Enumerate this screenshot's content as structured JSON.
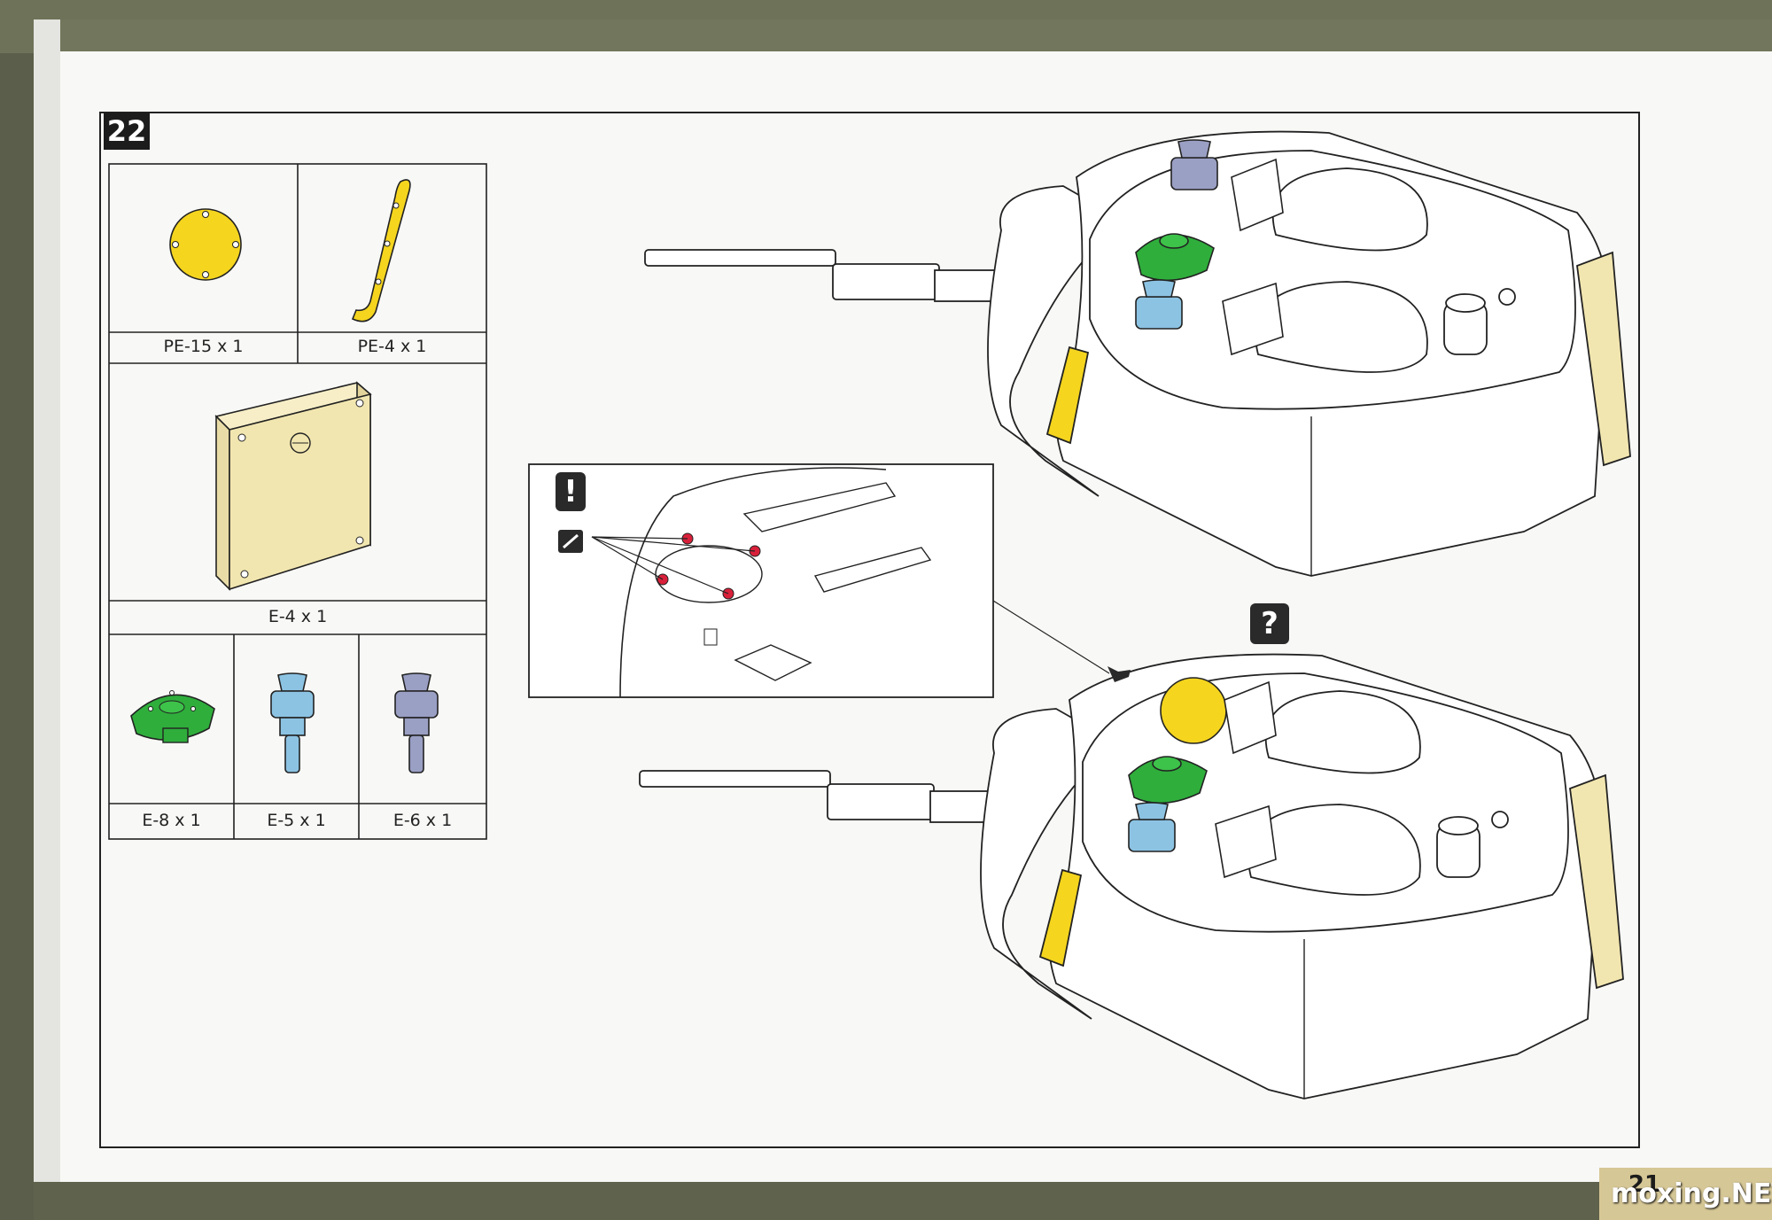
{
  "step": {
    "number": "22"
  },
  "parts": [
    {
      "label": "PE-15 x 1"
    },
    {
      "label": "PE-4 x 1"
    },
    {
      "label": "E-4 x 1"
    },
    {
      "label": "E-8 x 1"
    },
    {
      "label": "E-5 x 1"
    },
    {
      "label": "E-6 x 1"
    }
  ],
  "icons": {
    "attention": "!",
    "question": "?"
  },
  "page_number": "21",
  "watermark": "moxing.NET",
  "colors": {
    "pe_brass": "#f5d51e",
    "resin_tan": "#f2e6b0",
    "e8_green": "#2fae3c",
    "e5_blue": "#8cc3e3",
    "e6_purple": "#9a9fc4",
    "marker_red": "#d9203a",
    "border_olive": "#6e7258"
  }
}
